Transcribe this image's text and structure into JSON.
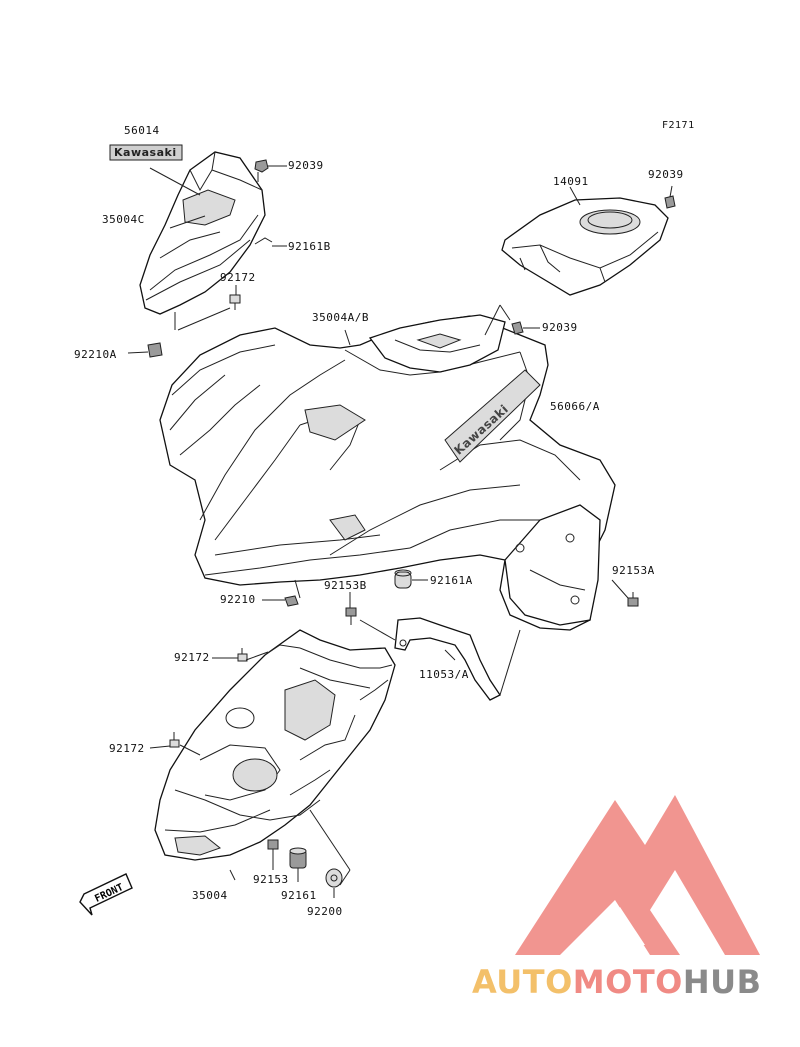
{
  "figure_id": "F2171",
  "callouts": [
    {
      "id": "56014"
    },
    {
      "id": "92039"
    },
    {
      "id": "35004C"
    },
    {
      "id": "92161B"
    },
    {
      "id": "92172"
    },
    {
      "id": "92210A"
    },
    {
      "id": "14091"
    },
    {
      "id": "92039"
    },
    {
      "id": "35004A/B"
    },
    {
      "id": "92039"
    },
    {
      "id": "56066/A"
    },
    {
      "id": "92161A"
    },
    {
      "id": "92153B"
    },
    {
      "id": "92210"
    },
    {
      "id": "92153A"
    },
    {
      "id": "92172"
    },
    {
      "id": "11053/A"
    },
    {
      "id": "92172"
    },
    {
      "id": "92153"
    },
    {
      "id": "92161"
    },
    {
      "id": "35004"
    },
    {
      "id": "92200"
    }
  ],
  "decals": {
    "small_emblem": "Kawasaki",
    "fender_decal": "Kawasaki"
  },
  "front_arrow": "FRONT",
  "watermark": {
    "part1": "AUTO",
    "part2": "MOTO",
    "part3": "HUB",
    "color_yellow": "#f3c06a",
    "color_red": "#f08a84",
    "color_gray": "#8a8a8a"
  }
}
